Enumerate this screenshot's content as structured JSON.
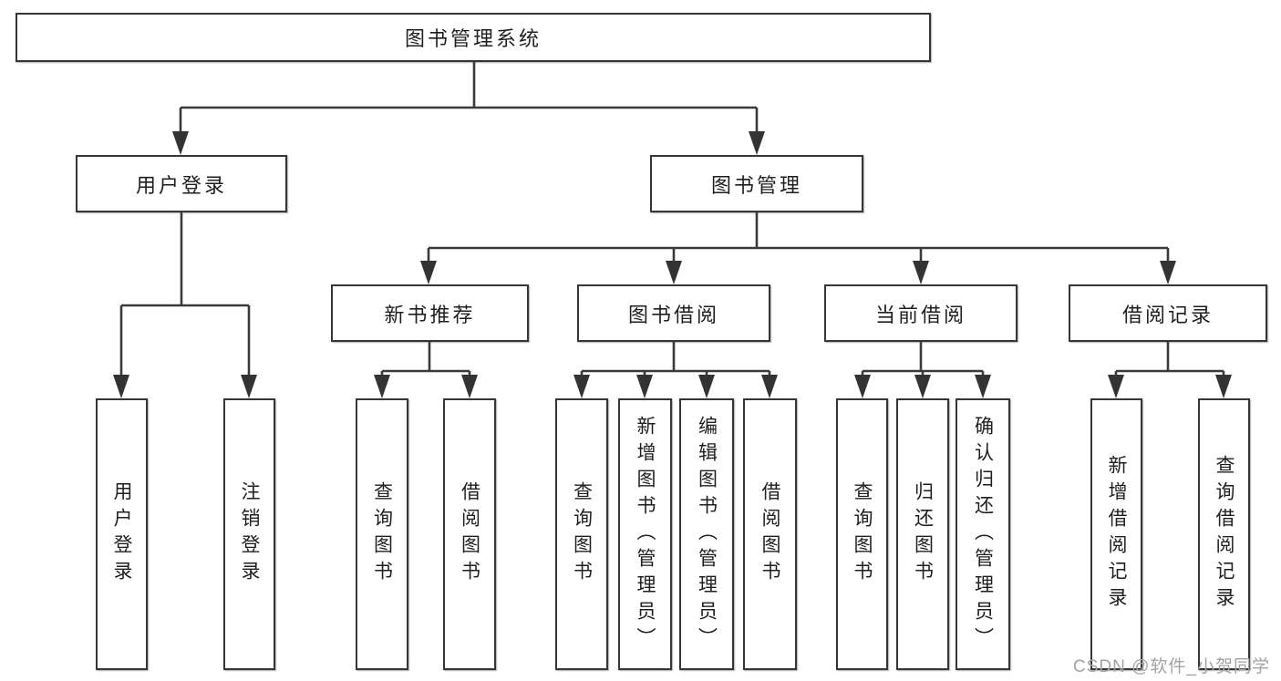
{
  "diagram": {
    "type": "function-structure-tree",
    "root": {
      "label": "图书管理系统",
      "children": [
        {
          "label": "用户登录",
          "children": [
            {
              "label": "用户登录"
            },
            {
              "label": "注销登录"
            }
          ]
        },
        {
          "label": "图书管理",
          "children": [
            {
              "label": "新书推荐",
              "children": [
                {
                  "label": "查询图书"
                },
                {
                  "label": "借阅图书"
                }
              ]
            },
            {
              "label": "图书借阅",
              "children": [
                {
                  "label": "查询图书"
                },
                {
                  "label": "新增图书（管理员）"
                },
                {
                  "label": "编辑图书（管理员）"
                },
                {
                  "label": "借阅图书"
                }
              ]
            },
            {
              "label": "当前借阅",
              "children": [
                {
                  "label": "查询图书"
                },
                {
                  "label": "归还图书"
                },
                {
                  "label": "确认归还（管理员）"
                }
              ]
            },
            {
              "label": "借阅记录",
              "children": [
                {
                  "label": "新增借阅记录"
                },
                {
                  "label": "查询借阅记录"
                }
              ]
            }
          ]
        }
      ]
    },
    "colors": {
      "line": "#3a3a3a",
      "box_border": "#363636",
      "text": "#1f1f1f",
      "background": "#ffffff",
      "watermark": "#a3a3a3"
    }
  },
  "watermark": {
    "text": "CSDN @软件_小贺同学"
  }
}
